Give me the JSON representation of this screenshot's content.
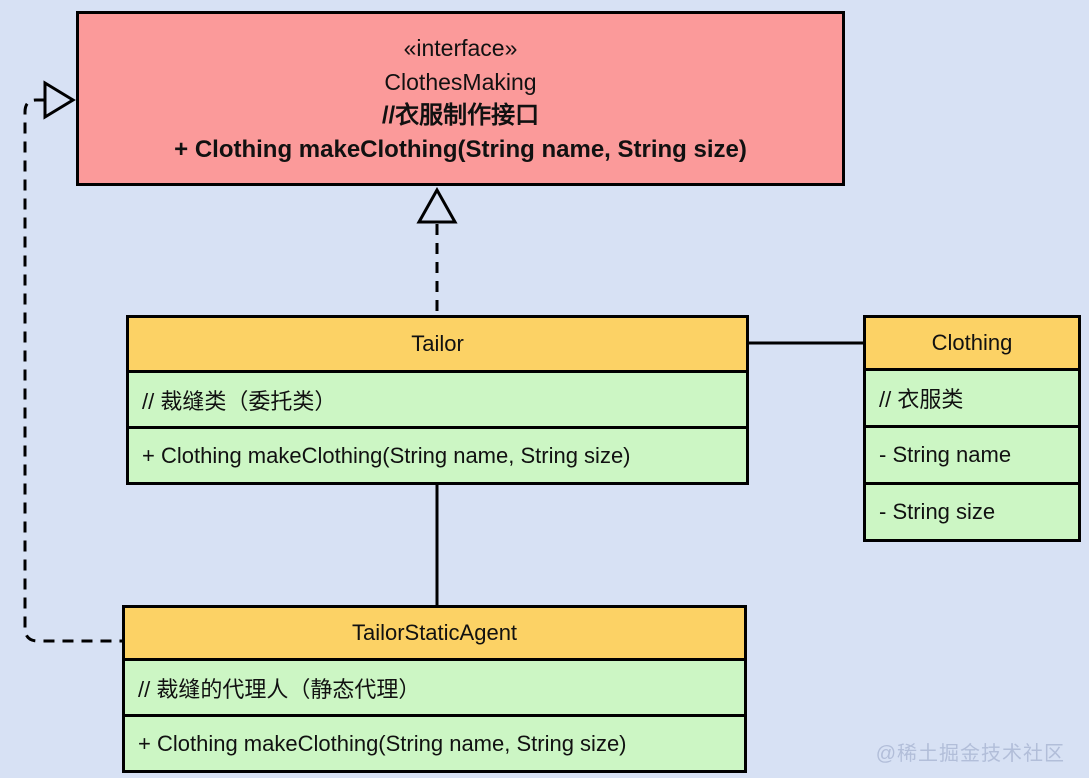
{
  "diagram": {
    "background": "#d7e1f4",
    "colors": {
      "interface_fill": "#fb9a9a",
      "class_header_fill": "#fcd265",
      "class_body_fill": "#ccf6c4",
      "border": "#000000",
      "watermark": "#b2bed9"
    },
    "interface_box": {
      "stereotype": "«interface»",
      "name": "ClothesMaking",
      "comment": "//衣服制作接口",
      "method": "+ Clothing makeClothing(String name, String size)"
    },
    "tailor_box": {
      "name": "Tailor",
      "rows": [
        "// 裁缝类（委托类）",
        "+ Clothing makeClothing(String name, String size)"
      ]
    },
    "clothing_box": {
      "name": "Clothing",
      "rows": [
        "// 衣服类",
        "- String name",
        "- String size"
      ]
    },
    "agent_box": {
      "name": "TailorStaticAgent",
      "rows": [
        "// 裁缝的代理人（静态代理）",
        "+ Clothing makeClothing(String name, String size)"
      ]
    },
    "relations": {
      "tailor_realizes_interface": "dashed realization arrow, Tailor → ClothesMaking",
      "agent_realizes_interface": "dashed realization arrow, TailorStaticAgent → ClothesMaking",
      "tailor_association_clothing": "solid line, Tailor — Clothing",
      "tailor_link_agent": "solid line, Tailor — TailorStaticAgent"
    },
    "watermark": "@稀土掘金技术社区"
  }
}
